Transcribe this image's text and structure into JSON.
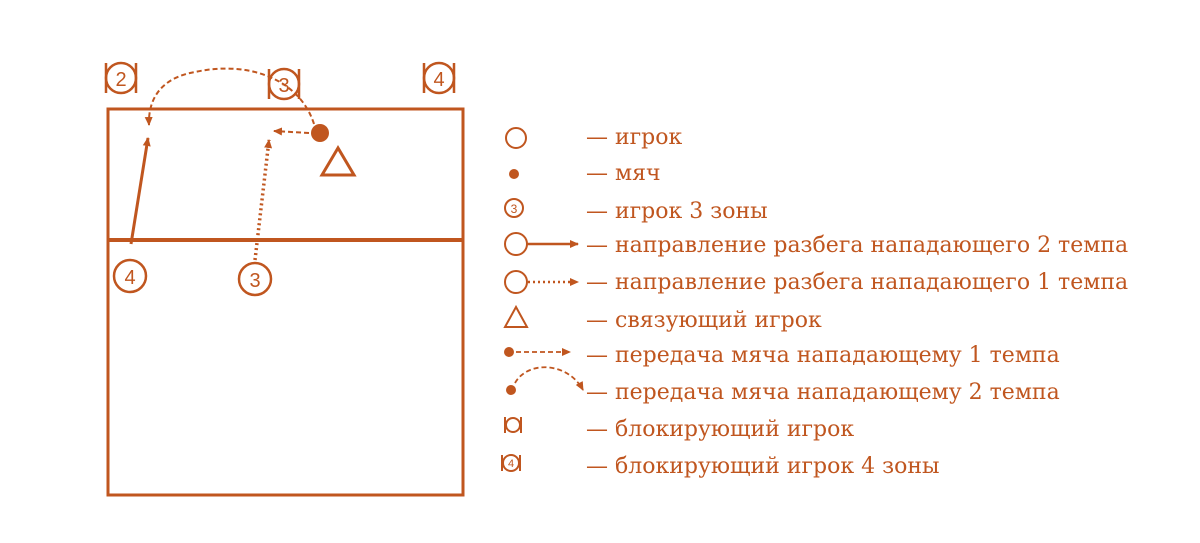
{
  "colors": {
    "primary": "#c0561f"
  },
  "court": {
    "top_blockers": [
      "2",
      "3",
      "4"
    ],
    "attackers": [
      "4",
      "3"
    ]
  },
  "legend": [
    {
      "icon": "player-circle-icon",
      "text": "— игрок"
    },
    {
      "icon": "ball-dot-icon",
      "text": "— мяч"
    },
    {
      "icon": "player-zone-icon",
      "label": "3",
      "text": "— игрок 3 зоны"
    },
    {
      "icon": "approach-solid-arrow-icon",
      "text": "— направление разбега нападающего 2 темпа"
    },
    {
      "icon": "approach-dotted-arrow-icon",
      "text": "— направление разбега нападающего 1 темпа"
    },
    {
      "icon": "setter-triangle-icon",
      "text": "— связующий игрок"
    },
    {
      "icon": "pass-dashed-straight-icon",
      "text": "— передача мяча нападающему 1 темпа"
    },
    {
      "icon": "pass-dashed-arc-icon",
      "text": "— передача мяча нападающему 2 темпа"
    },
    {
      "icon": "blocker-icon",
      "text": "— блокирующий игрок"
    },
    {
      "icon": "blocker-zone-icon",
      "label": "4",
      "text": "— блокирующий игрок 4 зоны"
    }
  ]
}
